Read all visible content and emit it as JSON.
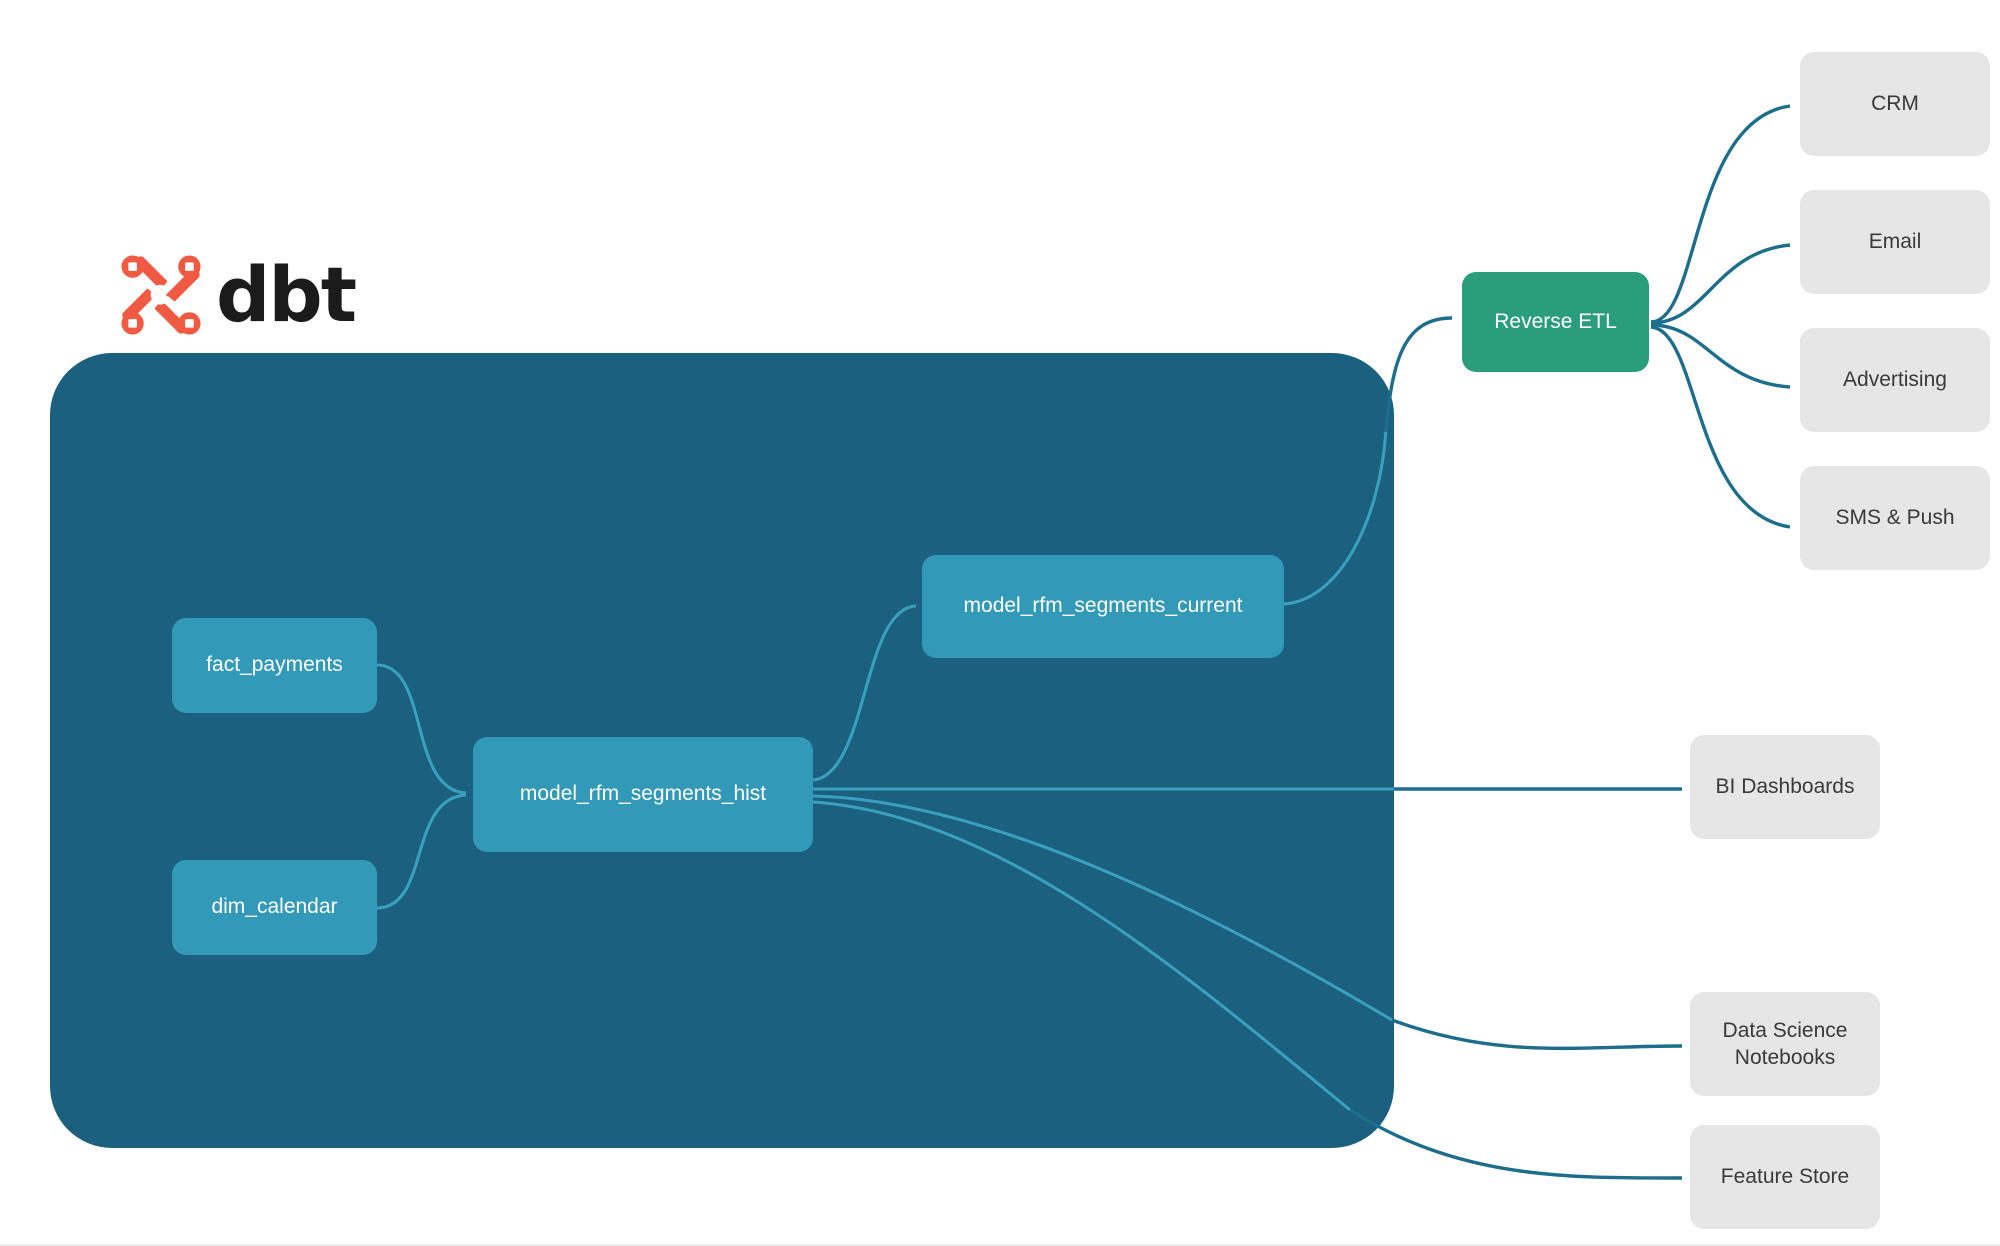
{
  "brand": {
    "logo_name": "dbt-logo",
    "wordmark": "dbt",
    "logo_color": "#f05a43"
  },
  "colors": {
    "panel": "#1b607f",
    "model_node": "#3399b9",
    "reverse_etl_node": "#2a9d7b",
    "destination_node": "#e6e6e6",
    "edge_inner": "#3aa0bf",
    "edge_outer": "#1c6e8c",
    "background": "#ffffff"
  },
  "project_panel": {
    "name": "dbt-project-container"
  },
  "nodes": {
    "sources": [
      {
        "id": "fact_payments",
        "label": "fact_payments",
        "kind": "model"
      },
      {
        "id": "dim_calendar",
        "label": "dim_calendar",
        "kind": "model"
      }
    ],
    "models": [
      {
        "id": "model_rfm_segments_hist",
        "label": "model_rfm_segments_hist",
        "kind": "model"
      },
      {
        "id": "model_rfm_segments_current",
        "label": "model_rfm_segments_current",
        "kind": "model"
      }
    ],
    "activation": [
      {
        "id": "reverse_etl",
        "label": "Reverse ETL",
        "kind": "reverse-etl"
      }
    ],
    "destinations": [
      {
        "id": "crm",
        "label": "CRM",
        "kind": "destination"
      },
      {
        "id": "email",
        "label": "Email",
        "kind": "destination"
      },
      {
        "id": "advertising",
        "label": "Advertising",
        "kind": "destination"
      },
      {
        "id": "sms_push",
        "label": "SMS & Push",
        "kind": "destination"
      },
      {
        "id": "bi_dashboards",
        "label": "BI Dashboards",
        "kind": "destination"
      },
      {
        "id": "ds_notebooks",
        "label": "Data Science\nNotebooks",
        "line1": "Data Science",
        "line2": "Notebooks",
        "kind": "destination"
      },
      {
        "id": "feature_store",
        "label": "Feature Store",
        "kind": "destination"
      }
    ]
  },
  "edges": [
    {
      "from": "fact_payments",
      "to": "model_rfm_segments_hist",
      "scope": "inner"
    },
    {
      "from": "dim_calendar",
      "to": "model_rfm_segments_hist",
      "scope": "inner"
    },
    {
      "from": "model_rfm_segments_hist",
      "to": "model_rfm_segments_current",
      "scope": "inner"
    },
    {
      "from": "model_rfm_segments_current",
      "to": "reverse_etl",
      "scope": "outer"
    },
    {
      "from": "reverse_etl",
      "to": "crm",
      "scope": "outer"
    },
    {
      "from": "reverse_etl",
      "to": "email",
      "scope": "outer"
    },
    {
      "from": "reverse_etl",
      "to": "advertising",
      "scope": "outer"
    },
    {
      "from": "reverse_etl",
      "to": "sms_push",
      "scope": "outer"
    },
    {
      "from": "model_rfm_segments_hist",
      "to": "bi_dashboards",
      "scope": "outer"
    },
    {
      "from": "model_rfm_segments_hist",
      "to": "ds_notebooks",
      "scope": "outer"
    },
    {
      "from": "model_rfm_segments_hist",
      "to": "feature_store",
      "scope": "outer"
    }
  ]
}
